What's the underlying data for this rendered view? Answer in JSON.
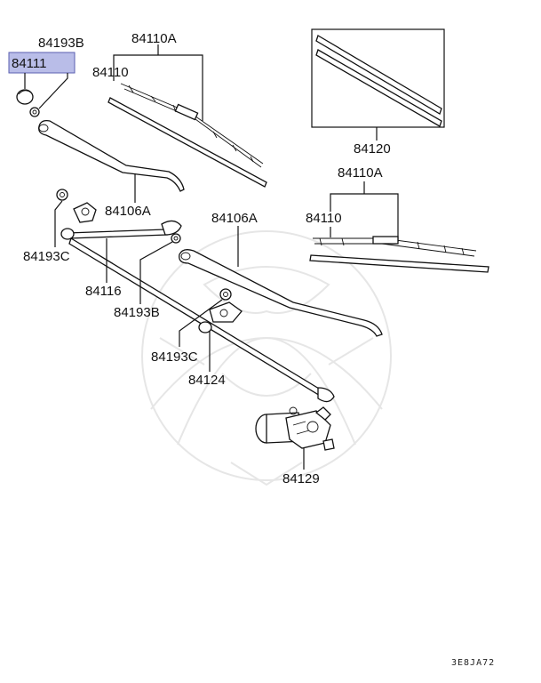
{
  "labels": {
    "p84193B_top": "84193B",
    "p84111": "84111",
    "p84110A_left": "84110A",
    "p84110_left": "84110",
    "p84106A_left": "84106A",
    "p84120": "84120",
    "p84110A_right": "84110A",
    "p84110_right": "84110",
    "p84193C_left": "84193C",
    "p84106A_right": "84106A",
    "p84116": "84116",
    "p84193B_mid": "84193B",
    "p84193C_mid": "84193C",
    "p84124": "84124",
    "p84129": "84129"
  },
  "diagram_code": "3E8JA72",
  "colors": {
    "highlight_fill": "#b9bde8",
    "highlight_border": "#5a5fb0",
    "line": "#111111",
    "watermark": "#e6e6e6"
  }
}
